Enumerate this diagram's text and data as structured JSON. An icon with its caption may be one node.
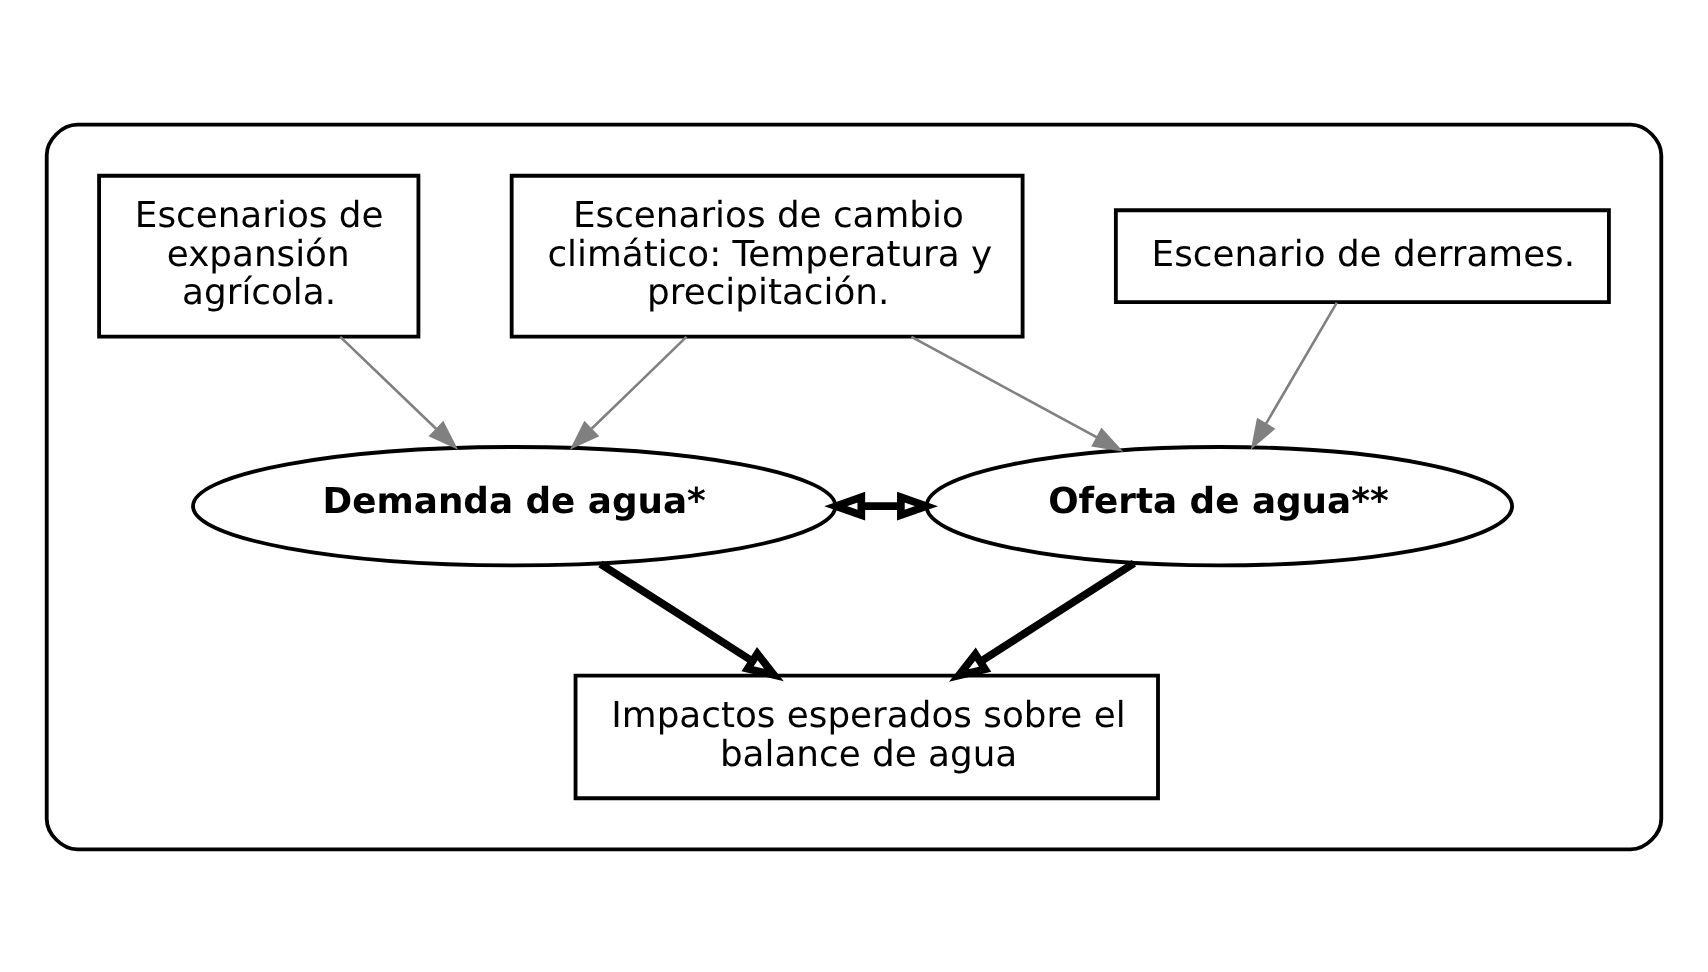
{
  "diagram": {
    "nodes": [
      {
        "text": [],
        "shape": "box"
      },
      {
        "text": [
          "Escenarios de expansión agrícola."
        ],
        "in": 0
      },
      {
        "text": [
          "Escenarios de cambio climático: Temperatura y precipitación."
        ],
        "in": 0
      },
      {
        "text": [
          "Escenario de derrames."
        ],
        "in": 0
      },
      {
        "text": [
          "Demanda de agua*"
        ],
        "in": 0
      },
      {
        "text": [
          "Oferta de agua**"
        ],
        "in": 0
      },
      {
        "text": [
          "Impactos esperados sobre el balance de agua"
        ],
        "in": 0
      }
    ],
    "edges": [
      {
        "from": 1,
        "to": 4,
        "arrow": "to"
      },
      {
        "from": 2,
        "to": 4,
        "arrow": "to"
      },
      {
        "from": 2,
        "to": 5,
        "arrow": "to"
      },
      {
        "from": 3,
        "to": 5,
        "arrow": "to"
      },
      {
        "from": 4,
        "to": 5,
        "arrow": "both",
        "style": "thick",
        "color": "#000000"
      },
      {
        "from": 4,
        "to": 6,
        "arrow": "to",
        "style": "thick",
        "color": "#000000"
      },
      {
        "from": 5,
        "to": 6,
        "arrow": "to",
        "style": "thick",
        "color": "#000000"
      }
    ]
  }
}
